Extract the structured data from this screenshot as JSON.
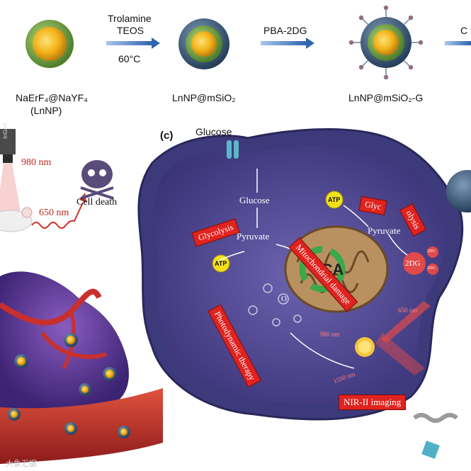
{
  "top_row": {
    "step1": {
      "line1": "Trolamine",
      "line2": "TEOS",
      "line3": "60°C"
    },
    "step2": "PBA-2DG",
    "step3_partial": "C",
    "np1": {
      "line1": "NaErF₄@NaYF₄",
      "line2": "(LnNP)"
    },
    "np2": "LnNP@mSiO₂",
    "np3": "LnNP@mSiO₂-G"
  },
  "left_panel": {
    "device": "InGaA",
    "wavelength_980": "980 nm",
    "wavelength_650": "650 nm",
    "cell_death": "Cell death"
  },
  "panel_c": {
    "label": "(c)",
    "glucose_outer": "Glucose",
    "glucose_inner": "Glucose",
    "pyruvate_left": "Pyruvate",
    "pyruvate_right": "Pyruvate",
    "atp_top": "ATP",
    "atp_left": "ATP",
    "tca": "TCA",
    "glycolysis_left": "Glycolysis",
    "glycolysis_right_a": "Glyc",
    "glycolysis_right_b": "olysis",
    "mito_damage": "Mitochondrial damage",
    "pdt": "Photodynamic therapy",
    "nir_imaging": "NIR-II imaging",
    "twodg_big": "2DG",
    "twodg_small_a": "2DG",
    "twodg_small_b": "2DG",
    "oxygen": "O",
    "nm_650": "650 nm",
    "nm_980": "980 nm",
    "nm_1550": "1550 nm"
  },
  "watermark": "大象汇据",
  "colors": {
    "cell_membrane": "#3d3a7c",
    "cell_interior": "#5a4f9a",
    "red_label": "#e0231f",
    "core_yellow": "#f2b31a",
    "shell_green": "#7fb24a",
    "silica_blue": "#3c5b7a",
    "arrow_blue": "#3a78c2",
    "blood_red": "#c8302e"
  }
}
